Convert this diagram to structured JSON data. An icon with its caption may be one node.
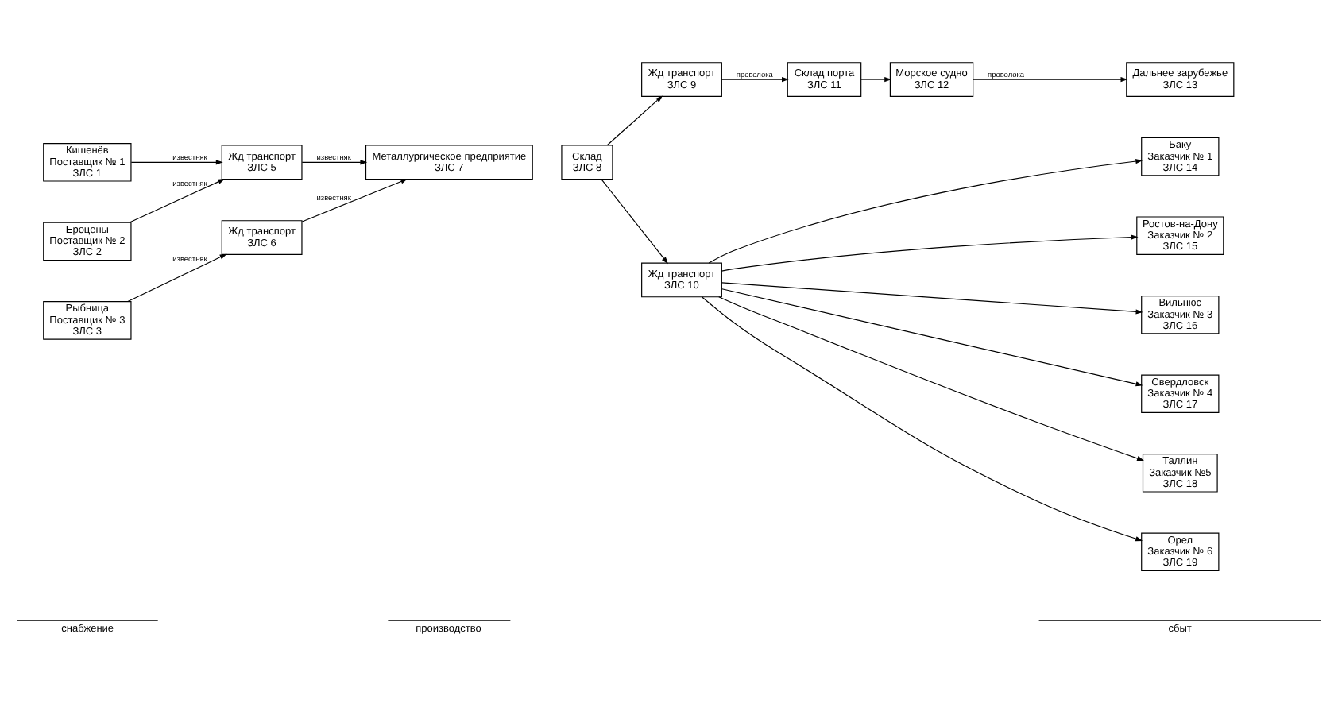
{
  "diagram": {
    "nodes": [
      {
        "text": [
          "Кишенёв",
          "Поставщик № 1",
          "ЗЛС 1"
        ]
      },
      {
        "text": [
          "Ероцены",
          "Поставщик № 2",
          "ЗЛС 2"
        ]
      },
      {
        "text": [
          "Рыбница",
          "Поставщик № 3",
          "ЗЛС 3"
        ]
      },
      {
        "text": [
          "Жд транспорт",
          "ЗЛС 5"
        ]
      },
      {
        "text": [
          "Жд транспорт",
          "ЗЛС 6"
        ]
      },
      {
        "text": [
          "Металлургическое предприятие",
          "ЗЛС 7"
        ]
      },
      {
        "text": [
          "Склад",
          "ЗЛС 8"
        ]
      },
      {
        "text": [
          "Жд транспорт",
          "ЗЛС 9"
        ]
      },
      {
        "text": [
          "Жд транспорт",
          "ЗЛС 10"
        ]
      },
      {
        "text": [
          "Склад порта",
          "ЗЛС 11"
        ]
      },
      {
        "text": [
          "Морское судно",
          "ЗЛС 12"
        ]
      },
      {
        "text": [
          "Дальнее зарубежье",
          "ЗЛС 13"
        ]
      },
      {
        "text": [
          "Баку",
          "Заказчик № 1",
          "ЗЛС 14"
        ]
      },
      {
        "text": [
          "Ростов-на-Дону",
          "Заказчик № 2",
          "ЗЛС 15"
        ]
      },
      {
        "text": [
          "Вильнюс",
          "Заказчик № 3",
          "ЗЛС 16"
        ]
      },
      {
        "text": [
          "Свердловск",
          "Заказчик № 4",
          "ЗЛС 17"
        ]
      },
      {
        "text": [
          "Таллин",
          "Заказчик №5",
          "ЗЛС 18"
        ]
      },
      {
        "text": [
          "Орел",
          "Заказчик № 6",
          "ЗЛС 19"
        ]
      }
    ],
    "edges": [
      {
        "from": 0,
        "to": 3,
        "arrow": "to",
        "label": "известняк"
      },
      {
        "from": 1,
        "to": 3,
        "arrow": "to",
        "label": "известняк"
      },
      {
        "from": 2,
        "to": 4,
        "arrow": "to",
        "label": "известняк"
      },
      {
        "from": 3,
        "to": 5,
        "arrow": "to",
        "label": "известняк"
      },
      {
        "from": 4,
        "to": 5,
        "arrow": "to",
        "label": "известняк"
      },
      {
        "from": 6,
        "to": 7,
        "arrow": "to"
      },
      {
        "from": 6,
        "to": 8,
        "arrow": "to"
      },
      {
        "from": 7,
        "to": 9,
        "arrow": "to",
        "label": "проволока"
      },
      {
        "from": 9,
        "to": 10,
        "arrow": "to"
      },
      {
        "from": 10,
        "to": 11,
        "arrow": "to",
        "label": "проволока"
      },
      {
        "from": 8,
        "to": 12,
        "arrow": "to"
      },
      {
        "from": 8,
        "to": 13,
        "arrow": "to"
      },
      {
        "from": 8,
        "to": 14,
        "arrow": "to"
      },
      {
        "from": 8,
        "to": 15,
        "arrow": "to"
      },
      {
        "from": 8,
        "to": 16,
        "arrow": "to"
      },
      {
        "from": 8,
        "to": 17,
        "arrow": "to"
      }
    ],
    "labels": [
      "снабжение",
      "производство",
      "сбыт"
    ]
  }
}
